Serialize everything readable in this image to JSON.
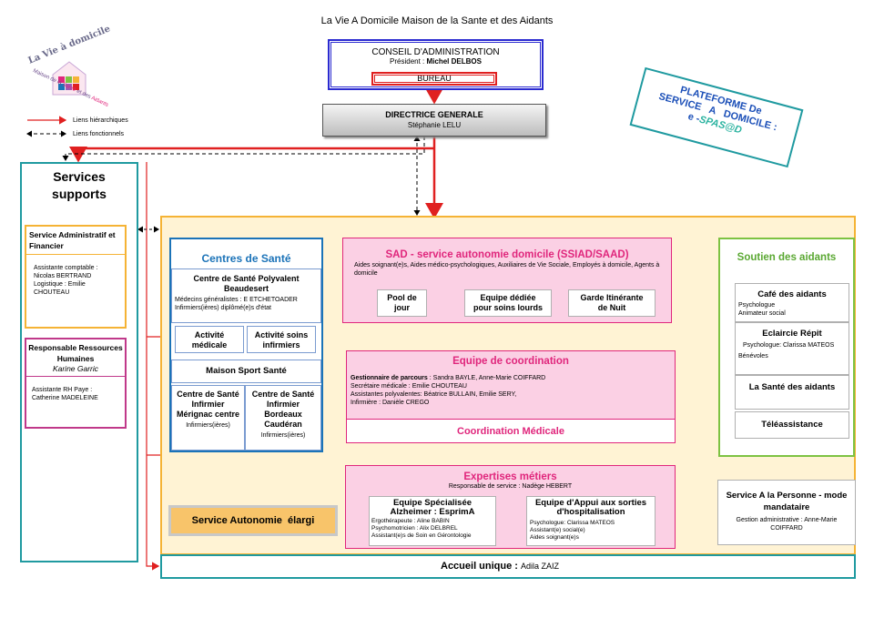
{
  "title": "La Vie A Domicile Maison de la Sante et des Aidants",
  "logo": {
    "name": "La Vie à domicile",
    "tagline_1": "Maison de la",
    "tagline_santé": "Santé",
    "tagline_2": "et des",
    "tagline_aidants": "Aidants"
  },
  "legend": {
    "hierarchical": "Liens hiérarchiques",
    "functional": "Liens fonctionnels"
  },
  "conseil": {
    "title": "CONSEIL D'ADMINISTRATION",
    "president_label": "Président : ",
    "president_name": "Michel DELBOS",
    "bureau": "BUREAU"
  },
  "direction": {
    "title": "DIRECTRICE GENERALE",
    "name": "Stéphanie LELU"
  },
  "plateforme": {
    "line1": "PLATEFORME De",
    "line2": "SERVICE   A   DOMICILE :",
    "prefix": "e -",
    "brand": "SPAS@D"
  },
  "services_supports": {
    "title_1": "Services",
    "title_2": "supports",
    "admin": {
      "title": "Service Administratif et Financier",
      "line1": "Assistante comptable :",
      "line2": "Nicolas BERTRAND",
      "line3": "Logistique : Emilie",
      "line4": "CHOUTEAU"
    },
    "rh": {
      "title": "Responsable Ressources Humaines",
      "name": "Karine Garric",
      "line1": "Assistante RH Paye :",
      "line2": "Catherine MADELEINE"
    }
  },
  "centres_sante": {
    "title": "Centres de Santé",
    "polyvalent": {
      "title": "Centre de Santé Polyvalent Beaudesert",
      "line1": "Médecins généralistes : E ETCHETOADER",
      "line2": "Infirmiers(ières) diplômé(e)s d'état"
    },
    "activite_medicale": "Activité médicale",
    "activite_soins": "Activité soins infirmiers",
    "maison_sport": "Maison Sport Santé",
    "merignac": {
      "title": "Centre de Santé Infirmier Mérignac centre",
      "sub": "Infirmiers(ières)"
    },
    "cauderan": {
      "title": "Centre de Santé Infirmier Bordeaux Caudéran",
      "sub": "Infirmiers(ières)"
    }
  },
  "sad": {
    "title": "SAD - service autonomie domicile (SSIAD/SAAD)",
    "sub": "Aides soignant(e)s, Aides médico-psychologiques, Auxiliaires de Vie Sociale, Employés à domicile, Agents à domicile",
    "pool": "Pool de jour",
    "equipe": "Equipe dédiée pour soins lourds",
    "garde": "Garde Itinérante de Nuit"
  },
  "coordination": {
    "title": "Equipe de coordination",
    "line1_label": "Gestionnaire de parcours",
    "line1_value": " : Sandra BAYLE, Anne-Marie COIFFARD",
    "line2": "Secrétaire médicale : Emilie CHOUTEAU",
    "line3": "Assistantes polyvalentes: Béatrice BULLAIN, Emilie SERY,",
    "line4": "Infirmière : Danièle CREGO",
    "medicale": "Coordination Médicale"
  },
  "soutien": {
    "title": "Soutien des aidants",
    "cafe": {
      "title": "Café des aidants",
      "line1": "Psychologue",
      "line2": "Animateur social"
    },
    "eclaircie": {
      "title": "Eclaircie Répit",
      "line1": "Psychologue: Clarissa MATEOS",
      "line2": "Bénévoles"
    },
    "sante_aidants": "La Santé des aidants",
    "teleassistance": "Téléassistance"
  },
  "expertises": {
    "title": "Expertises métiers",
    "resp": "Responsable de service : Nadège HEBERT",
    "alzheimer": {
      "title": "Equipe Spécialisée Alzheimer : EsprimA",
      "line1": "Ergothérapeute : Aline BABIN",
      "line2": "Psychomotricien : Alix DELBREL",
      "line3": "Assistant(e)s de Soin en Gérontologie"
    },
    "appui": {
      "title": "Equipe d'Appui aux sorties d'hospitalisation",
      "line1": "Psychologue: Clarissa MATEOS",
      "line2": "Assistant(e) social(e)",
      "line3": "Aides soignant(e)s"
    }
  },
  "service_personne": {
    "title": "Service A la Personne - mode mandataire",
    "line1": "Gestion administrative : Anne-Marie",
    "line2": "COIFFARD"
  },
  "service_autonomie": "Service Autonomie  élargi",
  "accueil": {
    "label": "Accueil unique : ",
    "name": "Adila ZAIZ"
  },
  "colors": {
    "red": "#e02020",
    "teal": "#1f9aa0",
    "pink": "#e0267c",
    "green": "#7dc242",
    "orange": "#f5b335",
    "blue": "#1b73b8",
    "navy": "#1a1aa0"
  }
}
